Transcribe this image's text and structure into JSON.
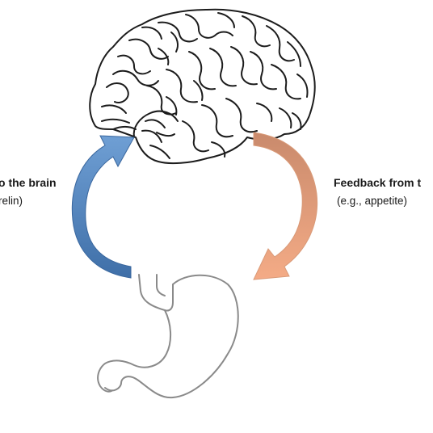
{
  "left_label": {
    "title": "o the brain",
    "sub": "relin)"
  },
  "right_label": {
    "title": "Feedback from t",
    "sub": "(e.g., appetite)"
  },
  "colors": {
    "left_arrow": "#4a7ab3",
    "right_arrow": "#e8a07e",
    "outline": "#1c1c1c",
    "stomach": "#8a8a8a"
  }
}
